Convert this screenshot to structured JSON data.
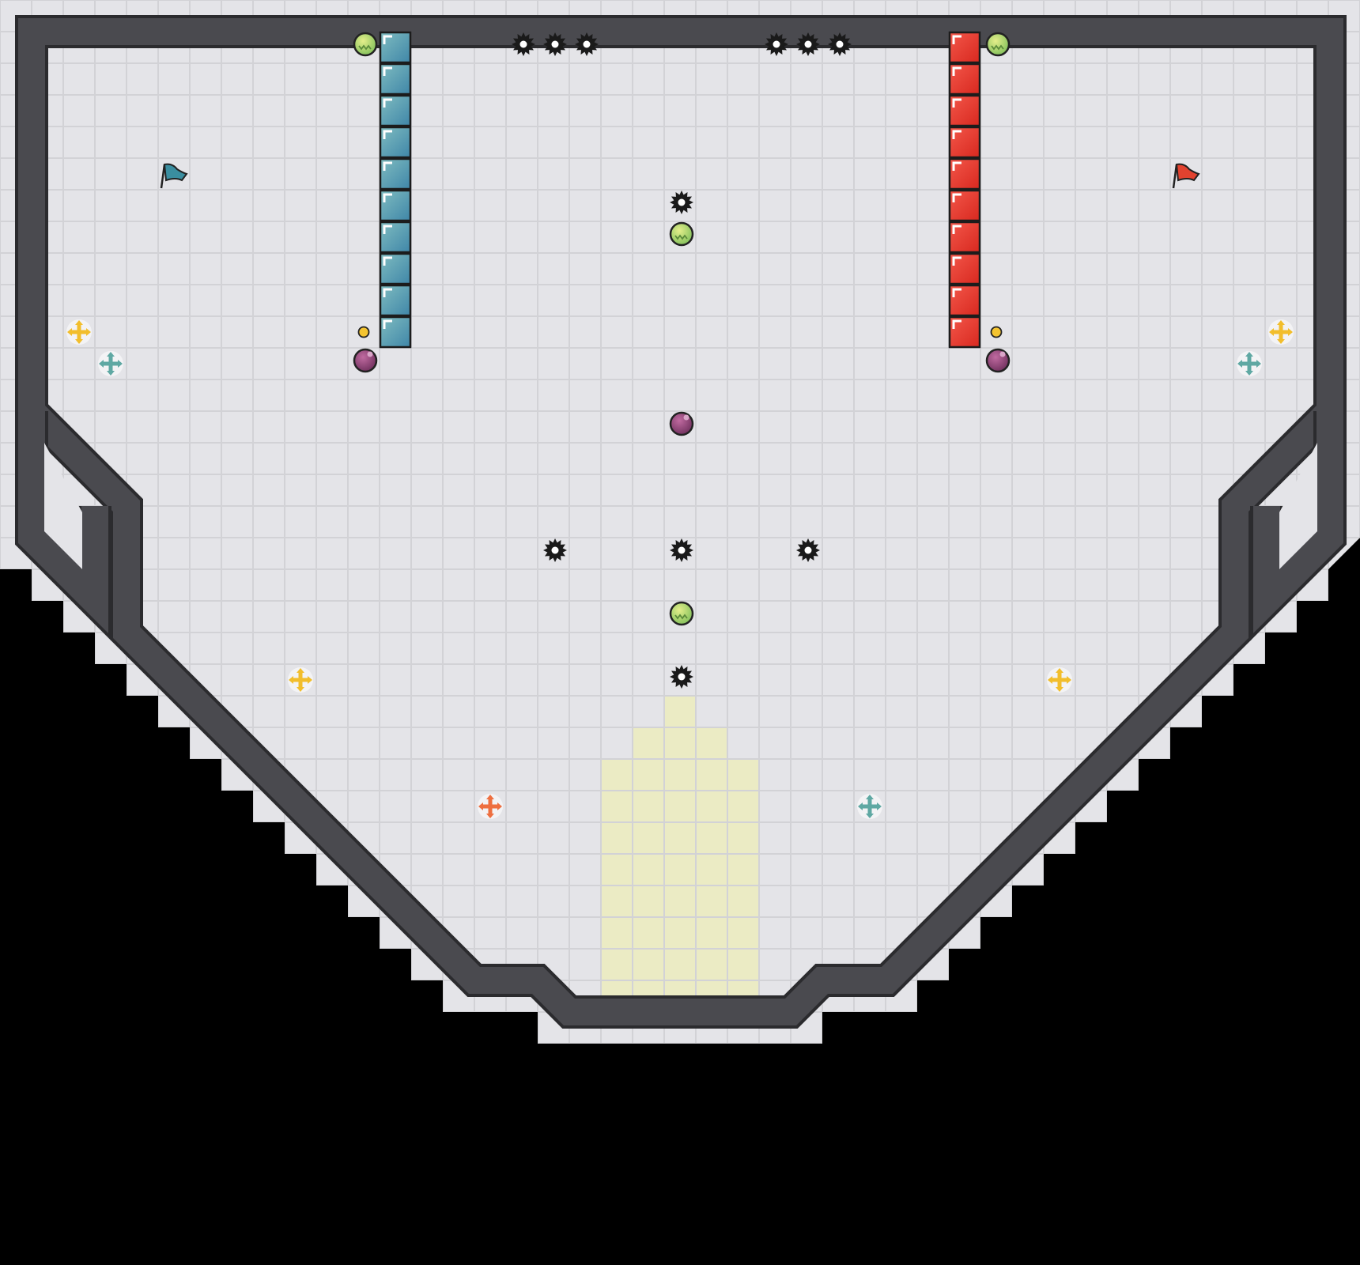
{
  "map": {
    "theme": {
      "background": "#000000",
      "floor": "#e4e4e8",
      "grid_line": "#d2d2d6",
      "wall": "#4a4a4f",
      "wall_edge": "#2b2b2e",
      "end_zone": "#ebebc4",
      "blue_team": "#4a9aa8",
      "red_team": "#e8382a",
      "spike_color": "#1a1a1a",
      "powerup_color": "#9ec94a",
      "bomb_color": "#8a3d73",
      "boost_neutral": "#f2be2c",
      "boost_blue": "#5fa8a3",
      "boost_red": "#ee6f40",
      "flag_blue": "#3a8ea0",
      "flag_red": "#e2422f",
      "portal_dot": "#f4c430"
    },
    "items": {
      "flags": [
        {
          "team": "blue",
          "icon": "blue-flag-icon"
        },
        {
          "team": "red",
          "icon": "red-flag-icon"
        }
      ],
      "spike_icon": "spike-icon",
      "powerup_icon": "powerup-icon",
      "bomb_icon": "bomb-icon",
      "boost_icon": "boost-icon",
      "gate_icon": "team-gate-tile"
    }
  }
}
